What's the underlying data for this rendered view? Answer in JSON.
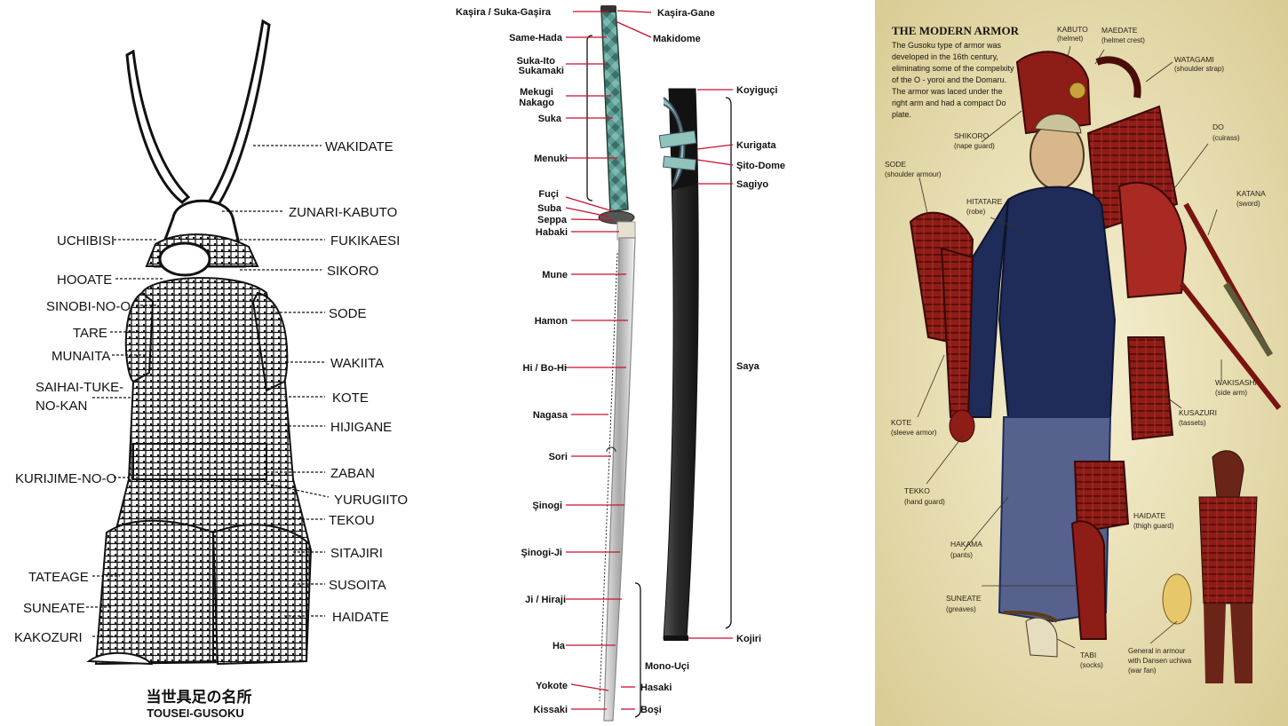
{
  "armor": {
    "labels_right": [
      "WAKIDATE",
      "ZUNARI-KABUTO",
      "FUKIKAESI",
      "SIKORO",
      "SODE",
      "WAKIITA",
      "KOTE",
      "HIJIGANE",
      "ZABAN",
      "YURUGIITO",
      "TEKOU",
      "SITAJIRI",
      "SUSOITA",
      "HAIDATE"
    ],
    "labels_left": [
      "UCHIBISI",
      "HOOATE",
      "SINOBI-NO-O",
      "TARE",
      "MUNAITA",
      "SAIHAI-TUKE-",
      "NO-KAN",
      "KURIJIME-NO-O",
      "TATEAGE",
      "SUNEATE",
      "KAKOZURI"
    ],
    "caption_jp": "当世具足の名所",
    "caption": "TOUSEI-GUSOKU"
  },
  "sword": {
    "labels_left": [
      "Kaşira / Suka-Gaşira",
      "Same-Hada",
      "Suka-Ito",
      "Sukamaki",
      "Mekugi",
      "Nakago",
      "Suka",
      "Menuki",
      "Fuçi",
      "Suba",
      "Seppa",
      "Habaki",
      "Mune",
      "Hamon",
      "Hi / Bo-Hi",
      "Nagasa",
      "Sori",
      "Şinogi",
      "Şinogi-Ji",
      "Ji / Hiraji",
      "Ha",
      "Yokote",
      "Kissaki"
    ],
    "labels_mid": [
      "Kaşira-Gane",
      "Makidome",
      "Mono-Uçi",
      "Hasaki",
      "Boşi"
    ],
    "labels_right": [
      "Koyiguçi",
      "Kurigata",
      "Şito-Dome",
      "Sagiyo",
      "Saya",
      "Kojiri"
    ]
  },
  "modern": {
    "title": "THE MODERN ARMOR",
    "description": [
      "The Gusoku type of armor was",
      "developed in the 16th century,",
      "eliminating some of the compelxity",
      "of the  O - yoroi and the Domaru.",
      "The armor was laced under the",
      "right arm and had a compact Do",
      "plate."
    ],
    "labels": {
      "kabuto": [
        "KABUTO",
        "(helmet)"
      ],
      "maedate": [
        "MAEDATE",
        "(helmet crest)"
      ],
      "watagami": [
        "WATAGAMI",
        "(shoulder strap)"
      ],
      "shikoro": [
        "SHIKORO",
        "(nape guard)"
      ],
      "do": [
        "DO",
        "(cuirass)"
      ],
      "sode": [
        "SODE",
        "(shoulder armour)"
      ],
      "hitatare": [
        "HITATARE",
        "(robe)"
      ],
      "katana": [
        "KATANA",
        "(sword)"
      ],
      "wakisashi": [
        "WAKISASHI",
        "(side arm)"
      ],
      "kote": [
        "KOTE",
        "(sleeve armor)"
      ],
      "kusazuri": [
        "KUSAZURI",
        "(tassets)"
      ],
      "tekko": [
        "TEKKO",
        "(hand guard)"
      ],
      "haidate": [
        "HAIDATE",
        "(thigh guard)"
      ],
      "hakama": [
        "HAKAMA",
        "(pants)"
      ],
      "suneate": [
        "SUNEATE",
        "(greaves)"
      ],
      "tabi": [
        "TABI",
        "(socks)"
      ],
      "general": [
        "General in armour",
        "with Dansen uchiwa",
        "(war fan)"
      ]
    }
  },
  "colors": {
    "sword_label_line": "#c8102e",
    "hilt_wrap": "#5c9c94",
    "scabbard": "#2b2b2b",
    "armor_red": "#8e1c17",
    "robe_blue": "#1f2c5a",
    "parchment": "#efe8c4"
  }
}
